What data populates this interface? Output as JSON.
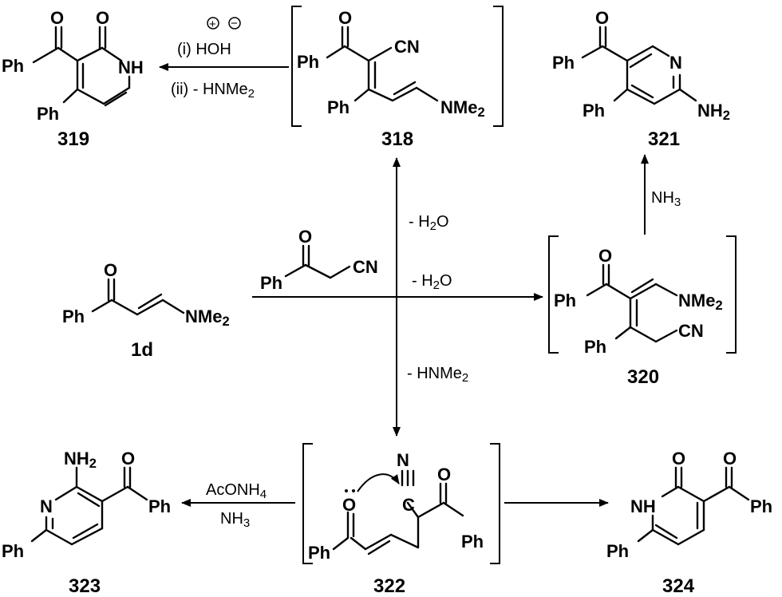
{
  "structures": {
    "s319": {
      "number": "319",
      "o1": "O",
      "o2": "O",
      "ph1": "Ph",
      "ph2": "Ph",
      "nh": "NH"
    },
    "s318": {
      "number": "318",
      "o": "O",
      "cn": "CN",
      "ph1": "Ph",
      "ph2": "Ph",
      "nme2": "NMe2"
    },
    "s321": {
      "number": "321",
      "o": "O",
      "n": "N",
      "ph1": "Ph",
      "ph2": "Ph",
      "nh2": "NH2"
    },
    "s1d": {
      "number": "1d",
      "o": "O",
      "ph": "Ph",
      "nme2": "NMe2"
    },
    "reagent": {
      "o": "O",
      "ph": "Ph",
      "cn": "CN"
    },
    "s320": {
      "number": "320",
      "o": "O",
      "ph1": "Ph",
      "ph2": "Ph",
      "nme2": "NMe2",
      "cn": "CN"
    },
    "s323": {
      "number": "323",
      "nh2": "NH2",
      "n": "N",
      "ph1": "Ph",
      "ph2": "Ph",
      "o": "O"
    },
    "s322": {
      "number": "322",
      "o1": "O",
      "n": "N",
      "c": "C",
      "o2": "O",
      "ph1": "Ph",
      "ph2": "Ph"
    },
    "s324": {
      "number": "324",
      "o1": "O",
      "o2": "O",
      "nh": "NH",
      "ph1": "Ph",
      "ph2": "Ph"
    }
  },
  "conditions": {
    "to319_i": "(i)  HOH",
    "to319_ii": "(ii) - HNMe2",
    "up_318": "- H2O",
    "right_320": "- H2O",
    "up_321": "NH3",
    "down_322": "- HNMe2",
    "to323_a": "AcONH4",
    "to323_b": "NH3",
    "charge_plus": "+",
    "charge_minus": "−"
  }
}
